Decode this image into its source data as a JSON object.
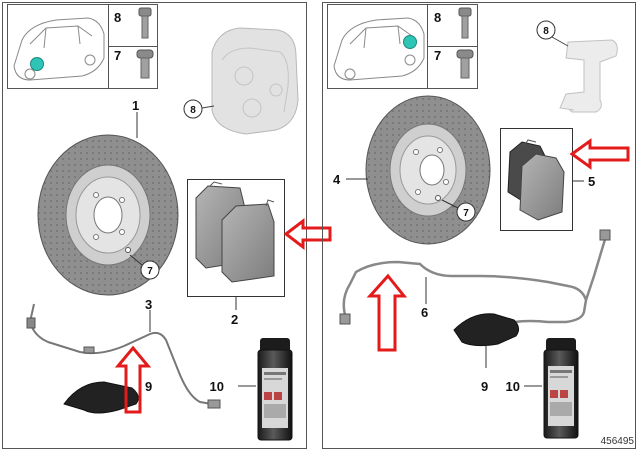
{
  "diagram_id": "456495",
  "left_panel": {
    "inset": {
      "fasteners": [
        {
          "number": "8"
        },
        {
          "number": "7"
        }
      ]
    },
    "parts": {
      "caliper": "8",
      "disc": "1",
      "disc_bolt": "7",
      "pads": "2",
      "wear_sensor": "3",
      "grease_pad": "9",
      "spray_can": "10"
    }
  },
  "right_panel": {
    "inset": {
      "fasteners": [
        {
          "number": "8"
        },
        {
          "number": "7"
        }
      ]
    },
    "parts": {
      "caliper": "8",
      "disc": "4",
      "disc_bolt": "7",
      "pads": "5",
      "wear_sensor": "6",
      "grease_pad": "9",
      "spray_can": "10"
    }
  },
  "colors": {
    "arrow": "#e31b1b",
    "vehicle_dot": "#2ec4b6",
    "frame": "#555555",
    "part_grey": "#9a9a9a"
  }
}
